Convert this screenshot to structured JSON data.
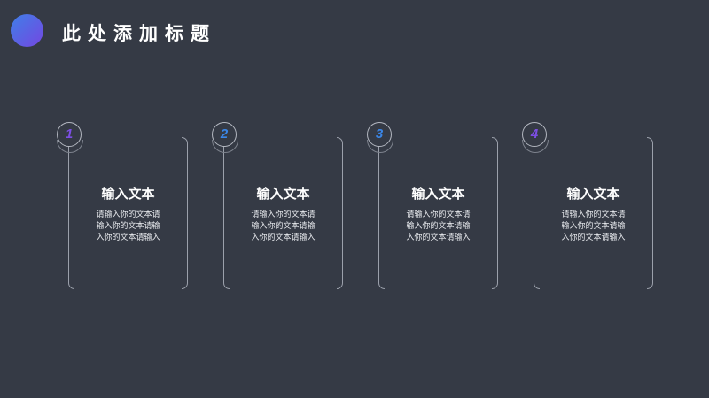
{
  "header": {
    "title": "此处添加标题"
  },
  "colors": {
    "background": "#353a45",
    "accent_blue": "#3f7fe7",
    "accent_purple": "#7447e2"
  },
  "cards": [
    {
      "number": "1",
      "number_color": "#7c4ee4",
      "heading": "输入文本",
      "body_lines": [
        "请输入你的文本请",
        "输入你的文本请输",
        "入你的文本请输入"
      ]
    },
    {
      "number": "2",
      "number_color": "#3a86e8",
      "heading": "输入文本",
      "body_lines": [
        "请输入你的文本请",
        "输入你的文本请输",
        "入你的文本请输入"
      ]
    },
    {
      "number": "3",
      "number_color": "#3a86e8",
      "heading": "输入文本",
      "body_lines": [
        "请输入你的文本请",
        "输入你的文本请输",
        "入你的文本请输入"
      ]
    },
    {
      "number": "4",
      "number_color": "#7c4ee4",
      "heading": "输入文本",
      "body_lines": [
        "请输入你的文本请",
        "输入你的文本请输",
        "入你的文本请输入"
      ]
    }
  ]
}
